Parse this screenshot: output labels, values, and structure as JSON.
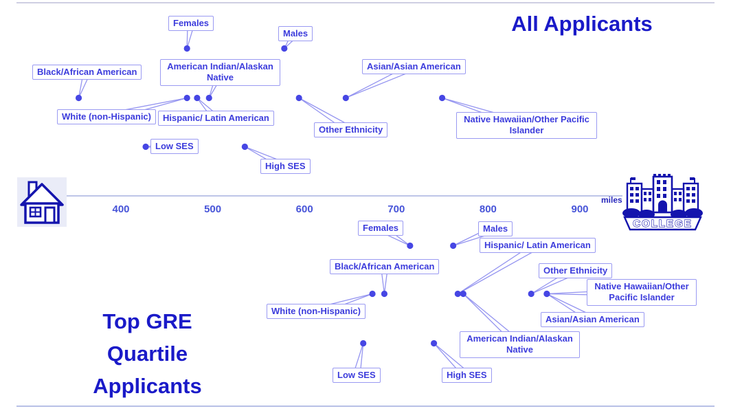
{
  "titles": {
    "top_chart": "All Applicants",
    "bottom_chart": "Top GRE Quartile Applicants"
  },
  "axis": {
    "unit_label": "miles",
    "ticks": [
      400,
      500,
      600,
      700,
      800,
      900
    ],
    "range": [
      340,
      945
    ]
  },
  "icons": {
    "left": "house-icon",
    "right": "college-icon",
    "college_caption": "COLLEGE"
  },
  "colors": {
    "title_text": "#1a1ac8",
    "label_text": "#3c3cdc",
    "box_border": "#9a9af2",
    "dot_fill": "#4646e4",
    "leader_line": "#9494f0",
    "axis_line": "#a9b2e0",
    "tick_text": "#4754d8",
    "icon_navy": "#1414ad"
  },
  "chart_data": [
    {
      "type": "scatter",
      "title": "All Applicants",
      "xlabel": "miles",
      "x_ticks": [
        400,
        500,
        600,
        700,
        800,
        900
      ],
      "xlim": [
        340,
        945
      ],
      "grid": false,
      "points": [
        {
          "key": "black",
          "label": "Black/African American",
          "row": "ethnicity",
          "miles": 354
        },
        {
          "key": "white",
          "label": "White (non-Hispanic)",
          "row": "ethnicity",
          "miles": 472
        },
        {
          "key": "hispanic",
          "label": "Hispanic/ Latin American",
          "row": "ethnicity",
          "miles": 483
        },
        {
          "key": "amind",
          "label": "American Indian/Alaskan Native",
          "row": "ethnicity",
          "miles": 496
        },
        {
          "key": "females",
          "label": "Females",
          "row": "gender",
          "miles": 472
        },
        {
          "key": "males",
          "label": "Males",
          "row": "gender",
          "miles": 578
        },
        {
          "key": "other",
          "label": "Other Ethnicity",
          "row": "ethnicity",
          "miles": 594
        },
        {
          "key": "asian",
          "label": "Asian/Asian American",
          "row": "ethnicity",
          "miles": 645
        },
        {
          "key": "nhpi",
          "label": "Native Hawaiian/Other Pacific Islander",
          "row": "ethnicity",
          "miles": 750
        },
        {
          "key": "low_ses",
          "label": "Low SES",
          "row": "ses",
          "miles": 427
        },
        {
          "key": "high_ses",
          "label": "High SES",
          "row": "ses",
          "miles": 535
        }
      ]
    },
    {
      "type": "scatter",
      "title": "Top GRE Quartile Applicants",
      "xlabel": "miles",
      "x_ticks": [
        400,
        500,
        600,
        700,
        800,
        900
      ],
      "xlim": [
        340,
        945
      ],
      "grid": false,
      "points": [
        {
          "key": "white",
          "label": "White (non-Hispanic)",
          "row": "ethnicity",
          "miles": 674
        },
        {
          "key": "black",
          "label": "Black/African American",
          "row": "ethnicity",
          "miles": 687
        },
        {
          "key": "females",
          "label": "Females",
          "row": "gender",
          "miles": 715
        },
        {
          "key": "males",
          "label": "Males",
          "row": "gender",
          "miles": 762
        },
        {
          "key": "hispanic",
          "label": "Hispanic/ Latin American",
          "row": "ethnicity",
          "miles": 767
        },
        {
          "key": "amind",
          "label": "American Indian/Alaskan Native",
          "row": "ethnicity",
          "miles": 773
        },
        {
          "key": "other",
          "label": "Other Ethnicity",
          "row": "ethnicity",
          "miles": 847
        },
        {
          "key": "asian",
          "label": "Asian/Asian American",
          "row": "ethnicity",
          "miles": 864
        },
        {
          "key": "nhpi",
          "label": "Native Hawaiian/Other Pacific Islander",
          "row": "ethnicity",
          "miles": 864
        },
        {
          "key": "low_ses",
          "label": "Low SES",
          "row": "ses",
          "miles": 664
        },
        {
          "key": "high_ses",
          "label": "High SES",
          "row": "ses",
          "miles": 741
        }
      ]
    }
  ]
}
